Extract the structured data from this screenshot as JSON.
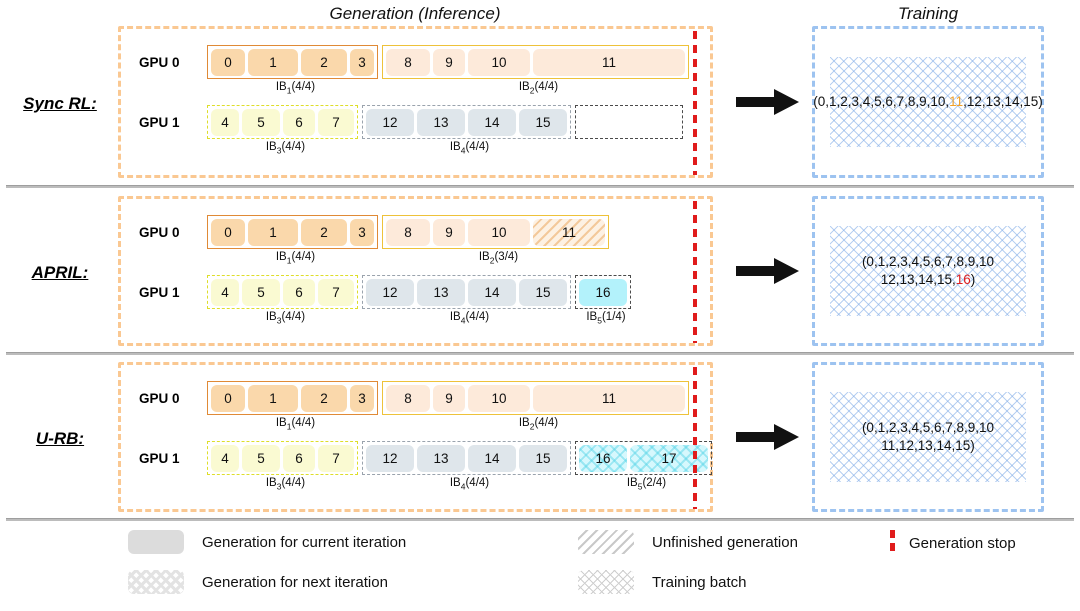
{
  "headers": {
    "generation": "Generation (Inference)",
    "training": "Training"
  },
  "gpu_labels": {
    "gpu0": "GPU 0",
    "gpu1": "GPU 1"
  },
  "rows": [
    {
      "label": "Sync RL:",
      "gpu0": [
        {
          "ib": "IB",
          "sub": "1",
          "frac": "(4/4)",
          "cells": [
            {
              "text": "0",
              "style": "c-orange-dark",
              "w": 34
            },
            {
              "text": "1",
              "style": "c-orange-dark",
              "w": 50
            },
            {
              "text": "2",
              "style": "c-orange-dark",
              "w": 46
            },
            {
              "text": "3",
              "style": "c-orange-dark",
              "w": 24
            }
          ]
        },
        {
          "ib": "IB",
          "sub": "2",
          "frac": "(4/4)",
          "cells": [
            {
              "text": "8",
              "style": "c-orange-light",
              "w": 44
            },
            {
              "text": "9",
              "style": "c-orange-light",
              "w": 32
            },
            {
              "text": "10",
              "style": "c-orange-light",
              "w": 62
            },
            {
              "text": "11",
              "style": "c-orange-light",
              "w": 152
            }
          ]
        }
      ],
      "gpu1": [
        {
          "ib": "IB",
          "sub": "3",
          "frac": "(4/4)",
          "cells": [
            {
              "text": "4",
              "style": "c-yellow",
              "w": 28
            },
            {
              "text": "5",
              "style": "c-yellow",
              "w": 38
            },
            {
              "text": "6",
              "style": "c-yellow",
              "w": 32
            },
            {
              "text": "7",
              "style": "c-yellow",
              "w": 36
            }
          ]
        },
        {
          "ib": "IB",
          "sub": "4",
          "frac": "(4/4)",
          "cells": [
            {
              "text": "12",
              "style": "c-gray",
              "w": 48
            },
            {
              "text": "13",
              "style": "c-gray",
              "w": 48
            },
            {
              "text": "14",
              "style": "c-gray",
              "w": 48
            },
            {
              "text": "15",
              "style": "c-gray",
              "w": 48
            }
          ]
        },
        {
          "ib": "",
          "sub": "",
          "frac": "",
          "cells": [
            {
              "text": "",
              "style": "c-empty",
              "w": 100
            }
          ]
        }
      ],
      "training": [
        {
          "text": "(0,1,2,3,4,5,6,7,8,9,10,",
          "color": ""
        },
        {
          "text": "11",
          "color": "hl-orange"
        },
        {
          "text": ",12,13,14,15)",
          "color": ""
        }
      ]
    },
    {
      "label": "APRIL:",
      "gpu0": [
        {
          "ib": "IB",
          "sub": "1",
          "frac": "(4/4)",
          "cells": [
            {
              "text": "0",
              "style": "c-orange-dark",
              "w": 34
            },
            {
              "text": "1",
              "style": "c-orange-dark",
              "w": 50
            },
            {
              "text": "2",
              "style": "c-orange-dark",
              "w": 46
            },
            {
              "text": "3",
              "style": "c-orange-dark",
              "w": 24
            }
          ]
        },
        {
          "ib": "IB",
          "sub": "2",
          "frac": "(3/4)",
          "cells": [
            {
              "text": "8",
              "style": "c-orange-light",
              "w": 44
            },
            {
              "text": "9",
              "style": "c-orange-light",
              "w": 32
            },
            {
              "text": "10",
              "style": "c-orange-light",
              "w": 62
            },
            {
              "text": "11",
              "style": "c-hatch-orange",
              "w": 72
            }
          ]
        }
      ],
      "gpu1": [
        {
          "ib": "IB",
          "sub": "3",
          "frac": "(4/4)",
          "cells": [
            {
              "text": "4",
              "style": "c-yellow",
              "w": 28
            },
            {
              "text": "5",
              "style": "c-yellow",
              "w": 38
            },
            {
              "text": "6",
              "style": "c-yellow",
              "w": 32
            },
            {
              "text": "7",
              "style": "c-yellow",
              "w": 36
            }
          ]
        },
        {
          "ib": "IB",
          "sub": "4",
          "frac": "(4/4)",
          "cells": [
            {
              "text": "12",
              "style": "c-gray",
              "w": 48
            },
            {
              "text": "13",
              "style": "c-gray",
              "w": 48
            },
            {
              "text": "14",
              "style": "c-gray",
              "w": 48
            },
            {
              "text": "15",
              "style": "c-gray",
              "w": 48
            }
          ]
        },
        {
          "ib": "IB",
          "sub": "5",
          "frac": "(1/4)",
          "cells": [
            {
              "text": "16",
              "style": "c-cyan",
              "w": 48
            }
          ]
        }
      ],
      "training": [
        {
          "text": "(0,1,2,3,4,5,6,7,8,9,10",
          "color": ""
        },
        {
          "text": "\n",
          "color": "br"
        },
        {
          "text": "12,13,14,15,",
          "color": ""
        },
        {
          "text": "16",
          "color": "hl-red"
        },
        {
          "text": ")",
          "color": ""
        }
      ]
    },
    {
      "label": "U-RB:",
      "gpu0": [
        {
          "ib": "IB",
          "sub": "1",
          "frac": "(4/4)",
          "cells": [
            {
              "text": "0",
              "style": "c-orange-dark",
              "w": 34
            },
            {
              "text": "1",
              "style": "c-orange-dark",
              "w": 50
            },
            {
              "text": "2",
              "style": "c-orange-dark",
              "w": 46
            },
            {
              "text": "3",
              "style": "c-orange-dark",
              "w": 24
            }
          ]
        },
        {
          "ib": "IB",
          "sub": "2",
          "frac": "(4/4)",
          "cells": [
            {
              "text": "8",
              "style": "c-orange-light",
              "w": 44
            },
            {
              "text": "9",
              "style": "c-orange-light",
              "w": 32
            },
            {
              "text": "10",
              "style": "c-orange-light",
              "w": 62
            },
            {
              "text": "11",
              "style": "c-orange-light",
              "w": 152
            }
          ]
        }
      ],
      "gpu1": [
        {
          "ib": "IB",
          "sub": "3",
          "frac": "(4/4)",
          "cells": [
            {
              "text": "4",
              "style": "c-yellow",
              "w": 28
            },
            {
              "text": "5",
              "style": "c-yellow",
              "w": 38
            },
            {
              "text": "6",
              "style": "c-yellow",
              "w": 32
            },
            {
              "text": "7",
              "style": "c-yellow",
              "w": 36
            }
          ]
        },
        {
          "ib": "IB",
          "sub": "4",
          "frac": "(4/4)",
          "cells": [
            {
              "text": "12",
              "style": "c-gray",
              "w": 48
            },
            {
              "text": "13",
              "style": "c-gray",
              "w": 48
            },
            {
              "text": "14",
              "style": "c-gray",
              "w": 48
            },
            {
              "text": "15",
              "style": "c-gray",
              "w": 48
            }
          ]
        },
        {
          "ib": "IB",
          "sub": "5",
          "frac": "(2/4)",
          "cells": [
            {
              "text": "16",
              "style": "c-cyan-dot",
              "w": 48
            },
            {
              "text": "17",
              "style": "c-cyan-dot",
              "w": 78
            }
          ]
        }
      ],
      "training": [
        {
          "text": "(0,1,2,3,4,5,6,7,8,9,10",
          "color": ""
        },
        {
          "text": "\n",
          "color": "br"
        },
        {
          "text": "11,12,13,14,15)",
          "color": ""
        }
      ]
    }
  ],
  "legend": [
    {
      "swatch": "sw-gray",
      "label": "Generation for current iteration"
    },
    {
      "swatch": "sw-checker",
      "label": "Generation for next iteration"
    },
    {
      "swatch": "sw-diag",
      "label": "Unfinished generation"
    },
    {
      "swatch": "sw-cross",
      "label": "Training batch"
    },
    {
      "swatch": "sw-stop",
      "label": "Generation stop"
    }
  ],
  "colors": {
    "generation_border": "#fac892",
    "training_border": "#9dc3f0",
    "stop_line": "#e01b1b",
    "cell_current": "#dfe6eb",
    "cell_next": "#b3f2fb",
    "highlight_orange": "#f0a02a",
    "highlight_red": "#e02020"
  }
}
